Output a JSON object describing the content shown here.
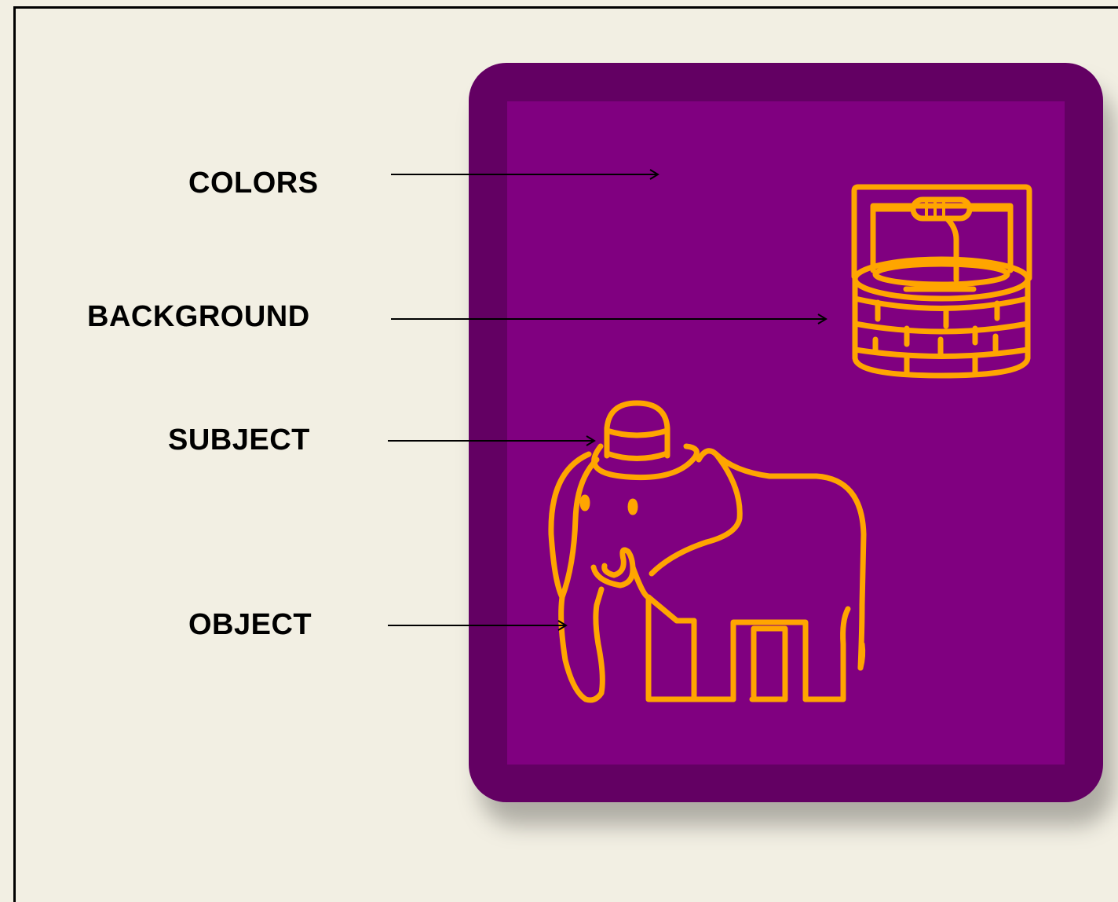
{
  "labels": {
    "colors": "COLORS",
    "background": "BACKGROUND",
    "subject": "SUBJECT",
    "object": "OBJECT"
  },
  "palette": {
    "page_background": "#f2efe3",
    "frame_outer": "#640064",
    "frame_inner": "#800080",
    "stroke": "#ffa500",
    "arrow": "#000000"
  },
  "illustrations": [
    "well-icon",
    "elephant-with-hat-icon"
  ]
}
